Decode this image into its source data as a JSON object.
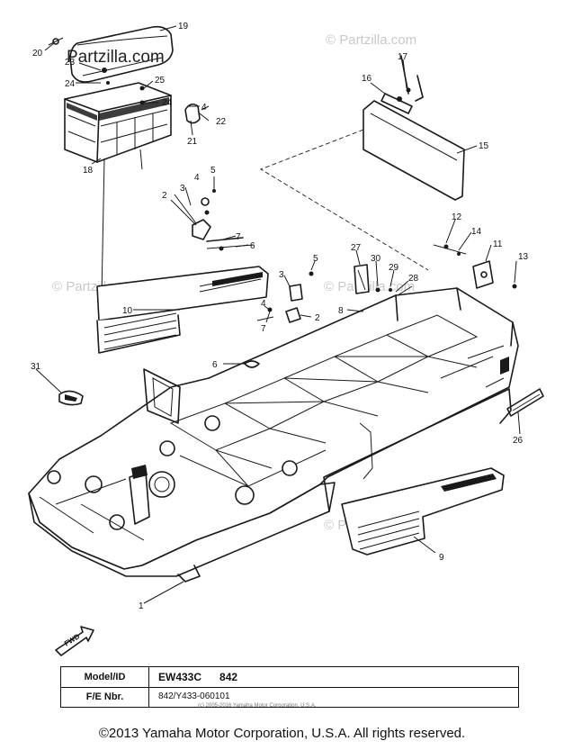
{
  "watermarks": {
    "main": "Partzilla.com",
    "faint": "© Partzilla.com"
  },
  "callouts": [
    "1",
    "2",
    "3",
    "4",
    "5",
    "6",
    "7",
    "8",
    "9",
    "10",
    "11",
    "12",
    "13",
    "14",
    "15",
    "16",
    "17",
    "18",
    "19",
    "20",
    "21",
    "22",
    "23",
    "24",
    "25",
    "26",
    "27",
    "28",
    "29",
    "30",
    "31"
  ],
  "fwd_arrow": {
    "label": "FWD"
  },
  "model_table": {
    "row1_label": "Model/ID",
    "row1_value": "EW433C      842",
    "row2_label": "F/E Nbr.",
    "row2_value": "842/Y433-060101"
  },
  "table_note": "(c) 2005-2016 Yamaha Motor Corporation, U.S.A.",
  "copyright": "©2013 Yamaha Motor Corporation, U.S.A. All rights reserved."
}
